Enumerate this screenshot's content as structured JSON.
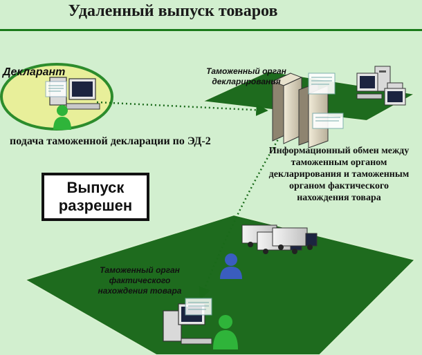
{
  "title": "Удаленный выпуск товаров",
  "declarant": {
    "label": "Декларант"
  },
  "customs_declaration": {
    "label_line1": "Таможенный орган",
    "label_line2": "декларирования"
  },
  "submission": {
    "label": "подача таможенной декларации по ЭД-2"
  },
  "info_exchange": {
    "line1": "Информационный обмен между",
    "line2": "таможенным органом",
    "line3": "декларирования и таможенным",
    "line4": "органом фактического",
    "line5": "нахождения товара"
  },
  "release_status": {
    "line1": "Выпуск",
    "line2": "разрешен"
  },
  "customs_actual": {
    "label_line1": "Таможенный орган",
    "label_line2": "фактического",
    "label_line3": "нахождения товара"
  },
  "colors": {
    "background": "#d2efcf",
    "platform": "#1e6b1e",
    "ellipse": "#e8ef9a",
    "person": "#2fb43a",
    "officer": "#3a5dbf",
    "arrow": "#1a6a1a"
  }
}
